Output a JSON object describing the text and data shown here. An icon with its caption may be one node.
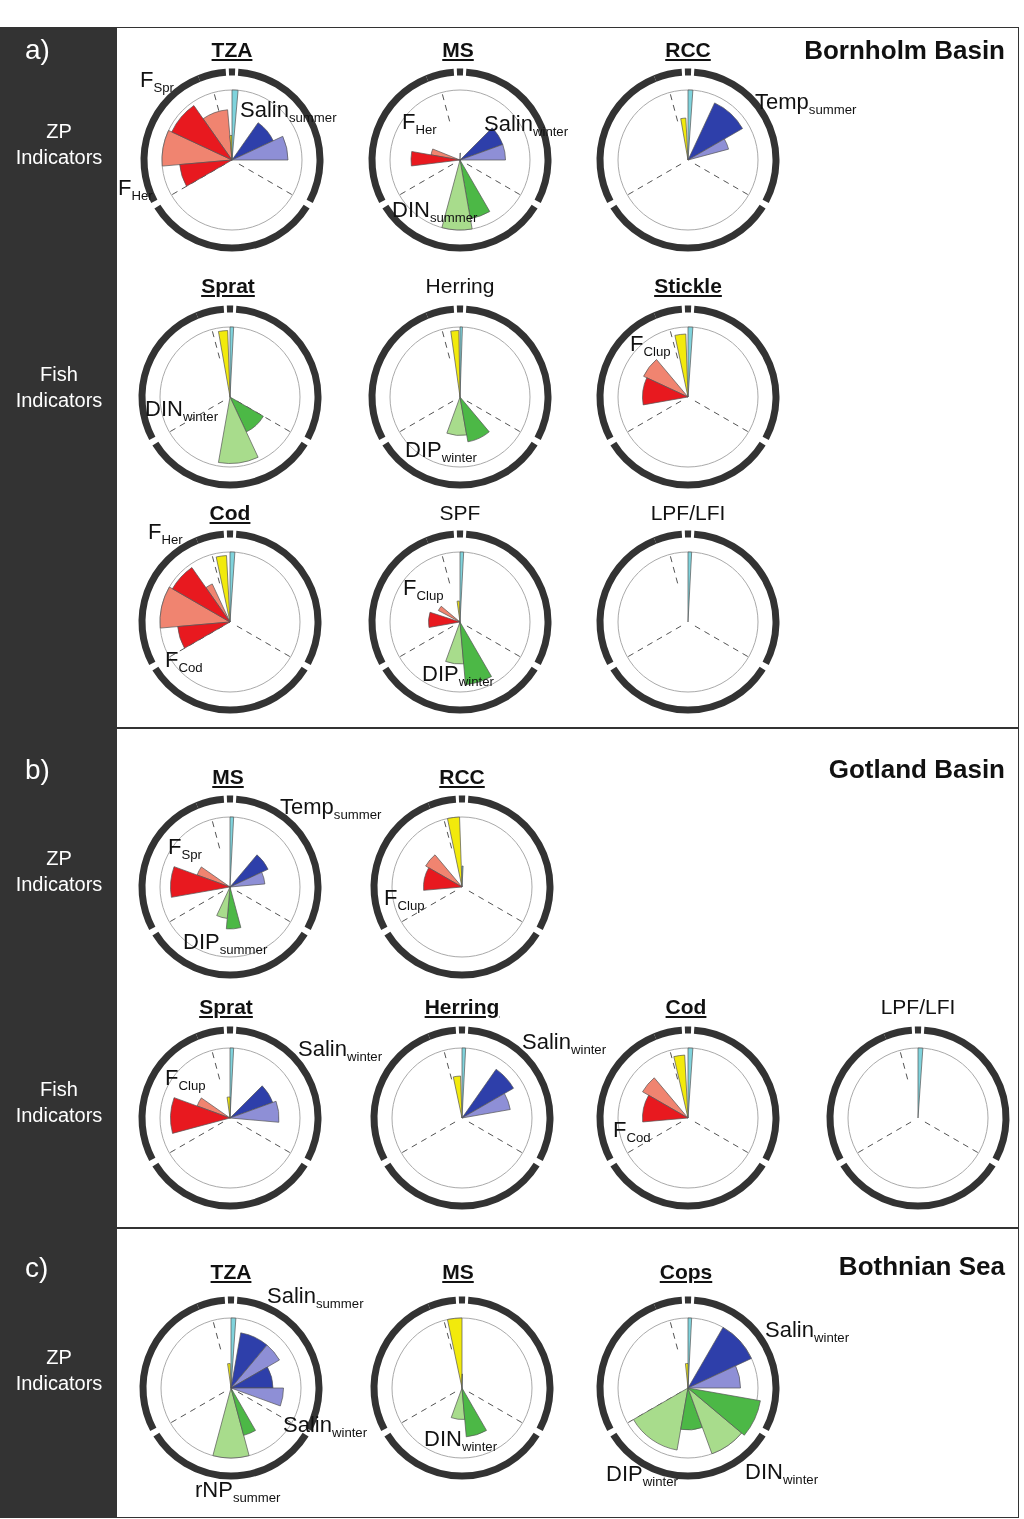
{
  "diagram": {
    "labels": [
      "a)",
      "TZA",
      "MS",
      "RCC",
      "Bornholm Basin",
      "ZP Indicators",
      "F$_{Spr}$",
      "Salin$_{summer}$",
      "F$_{Her}$",
      "Salin$_{winter}$",
      "Temp$_{summer}$",
      "F$_{Her}$",
      "DIN$_{summer}$",
      "Sprat",
      "Herring",
      "Stickle",
      "Fish Indicators",
      "F$_{Clup}$",
      "DIN$_{winter}$",
      "DIP$_{winter}$",
      "Cod",
      "SPF",
      "LPF/LFI",
      "F$_{Her}$",
      "F$_{Clup}$",
      "F$_{Cod}$",
      "DIP$_{winter}$",
      "b)",
      "MS",
      "RCC",
      "Gotland Basin",
      "Temp$_{summer}$",
      "ZP Indicators",
      "F$_{Spr}$",
      "F$_{Clup}$",
      "DIP$_{summer}$",
      "Sprat",
      "Herring",
      "Cod",
      "LPF/LFI",
      "Salin$_{winter}$",
      "Salin$_{winter}$",
      "Fish Indicators",
      "F$_{Clup}$",
      "F$_{Cod}$",
      "c)",
      "TZA",
      "MS",
      "Cops",
      "Bothnian Sea",
      "Salin$_{summer}$",
      "ZP Indicators",
      "Salin$_{winter}$",
      "Salin$_{winter}$",
      "DIN$_{winter}$",
      "DIP$_{winter}$",
      "DIN$_{winter}$",
      "rNP$_{summer}$"
    ]
  }
}
